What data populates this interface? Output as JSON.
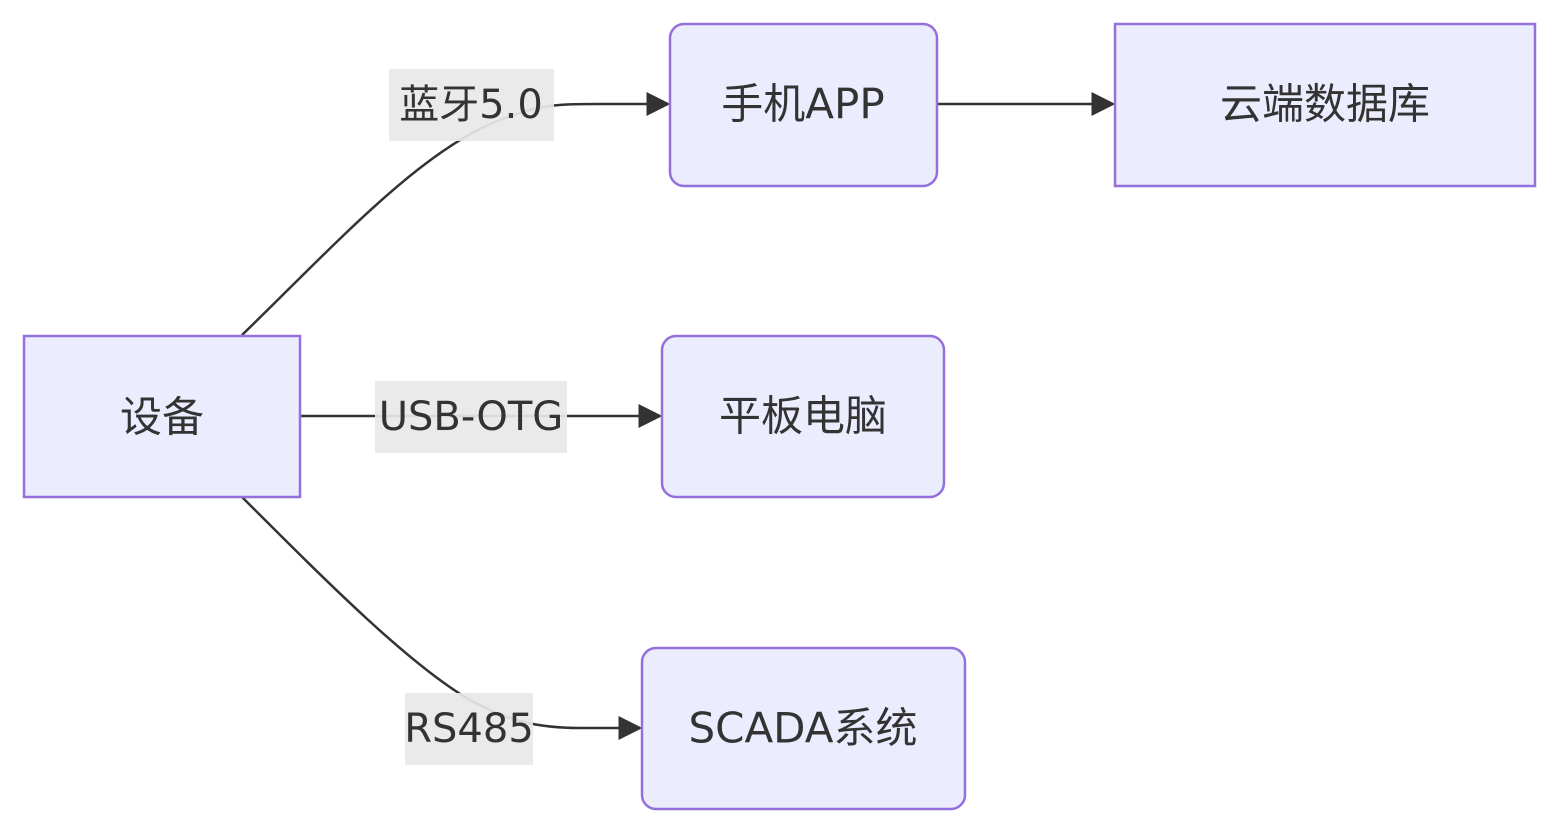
{
  "diagram": {
    "type": "flowchart",
    "direction": "LR",
    "colors": {
      "node_fill": "#ECECFF",
      "node_stroke": "#9370DB",
      "edge": "#333333",
      "label_bg": "#e8e8e8",
      "text": "#333333"
    },
    "nodes": {
      "device": {
        "label": "设备",
        "shape": "rect"
      },
      "phone_app": {
        "label": "手机APP",
        "shape": "rounded"
      },
      "cloud_db": {
        "label": "云端数据库",
        "shape": "rect"
      },
      "tablet": {
        "label": "平板电脑",
        "shape": "rounded"
      },
      "scada": {
        "label": "SCADA系统",
        "shape": "rounded"
      }
    },
    "edges": [
      {
        "from": "device",
        "to": "phone_app",
        "label": "蓝牙5.0"
      },
      {
        "from": "device",
        "to": "tablet",
        "label": "USB-OTG"
      },
      {
        "from": "device",
        "to": "scada",
        "label": "RS485"
      },
      {
        "from": "phone_app",
        "to": "cloud_db",
        "label": ""
      }
    ],
    "edge_labels": {
      "bluetooth": "蓝牙5.0",
      "usb_otg": "USB-OTG",
      "rs485": "RS485"
    }
  }
}
